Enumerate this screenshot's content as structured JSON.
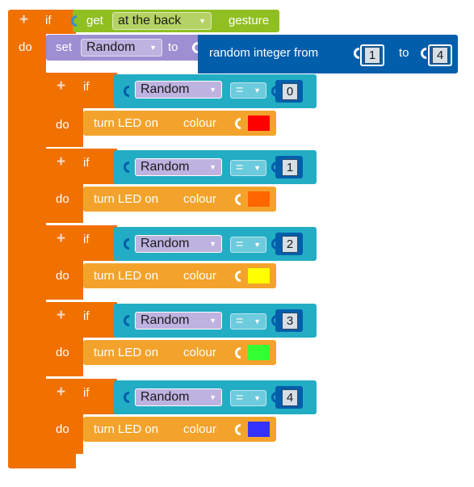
{
  "gesture_block": {
    "if_label": "if",
    "do_label": "do",
    "get_label": "get",
    "gesture_option": "at the back",
    "gesture_label": "gesture"
  },
  "set_block": {
    "set_label": "set",
    "variable": "Random",
    "to_label": "to",
    "random_label": "random integer from",
    "from_value": "1",
    "to_word": "to",
    "to_value": "4"
  },
  "conditions": [
    {
      "if_label": "if",
      "variable": "Random",
      "operator": "=",
      "value": "0",
      "do_label": "do",
      "action": "turn LED on",
      "colour_label": "colour",
      "colour": "#ff0000"
    },
    {
      "if_label": "if",
      "variable": "Random",
      "operator": "=",
      "value": "1",
      "do_label": "do",
      "action": "turn LED on",
      "colour_label": "colour",
      "colour": "#ff6600"
    },
    {
      "if_label": "if",
      "variable": "Random",
      "operator": "=",
      "value": "2",
      "do_label": "do",
      "action": "turn LED on",
      "colour_label": "colour",
      "colour": "#ffff00"
    },
    {
      "if_label": "if",
      "variable": "Random",
      "operator": "=",
      "value": "3",
      "do_label": "do",
      "action": "turn LED on",
      "colour_label": "colour",
      "colour": "#33ff33"
    },
    {
      "if_label": "if",
      "variable": "Random",
      "operator": "=",
      "value": "4",
      "do_label": "do",
      "action": "turn LED on",
      "colour_label": "colour",
      "colour": "#3333ff"
    }
  ],
  "icons": {
    "plus": "plus-icon",
    "dropdown": "chevron-down-icon",
    "socket": "input-socket-icon"
  },
  "colors": {
    "control": "#f07000",
    "gesture": "#8fbf21",
    "variable": "#9d8fd1",
    "math": "#005eab",
    "logic": "#23adc5",
    "led": "#f3a32b"
  }
}
